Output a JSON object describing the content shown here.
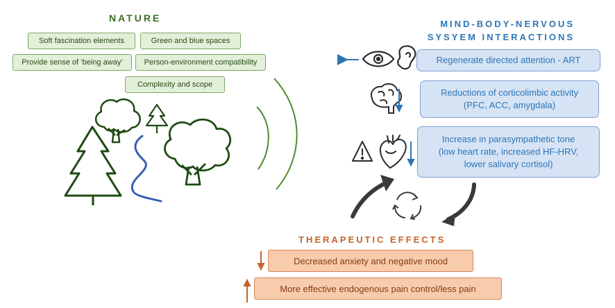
{
  "nature": {
    "title": "NATURE",
    "items": [
      "Soft fascination elements",
      "Green and blue spaces",
      "Provide sense of ‘being away’",
      "Person-environment compatibility",
      "Complexity and scope"
    ]
  },
  "mind_body": {
    "title_line1": "MIND-BODY-NERVOUS",
    "title_line2": "SYSYEM INTERACTIONS",
    "box1": "Regenerate directed attention - ART",
    "box2_line1": "Reductions of corticolimbic activity",
    "box2_line2": "(PFC, ACC, amygdala)",
    "box3_line1": "Increase in parasympathetic tone",
    "box3_line2": "(low heart rate, increased HF-HRV,",
    "box3_line3": "lower salivary cortisol)"
  },
  "therapeutic": {
    "title": "THERAPEUTIC EFFECTS",
    "item1": "Decreased anxiety and negative mood",
    "item2": "More effective endogenous pain control/less pain"
  },
  "colors": {
    "green": "#3c6e23",
    "blue": "#2f75b5",
    "orange": "#c5622b",
    "dark": "#3a3a3a"
  }
}
